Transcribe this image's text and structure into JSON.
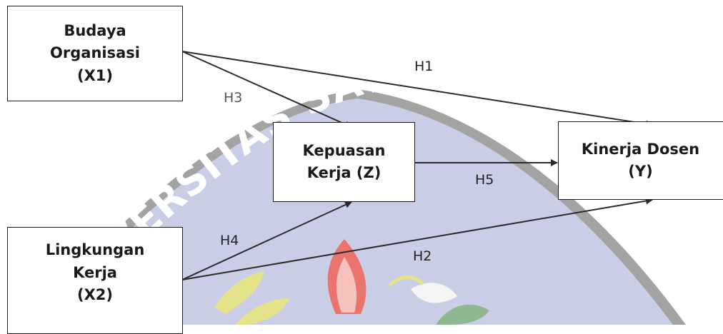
{
  "diagram": {
    "nodes": {
      "x1": {
        "lines": [
          "Budaya",
          "Organisasi",
          "(X1)"
        ]
      },
      "x2": {
        "lines": [
          "Lingkungan",
          "Kerja",
          "(X2)"
        ]
      },
      "z": {
        "lines": [
          "Kepuasan",
          "Kerja (Z)"
        ]
      },
      "y": {
        "lines": [
          "Kinerja Dosen",
          "(Y)"
        ]
      }
    },
    "edges": {
      "h1": {
        "label": "H1",
        "from": "Budaya Organisasi (X1)",
        "to": "Kinerja Dosen (Y)"
      },
      "h2": {
        "label": "H2",
        "from": "Lingkungan Kerja (X2)",
        "to": "Kinerja Dosen (Y)"
      },
      "h3": {
        "label": "H3",
        "from": "Budaya Organisasi (X1)",
        "to": "Kepuasan Kerja (Z)"
      },
      "h4": {
        "label": "H4",
        "from": "Lingkungan Kerja (X2)",
        "to": "Kepuasan Kerja (Z)"
      },
      "h5": {
        "label": "H5",
        "from": "Kepuasan Kerja (Z)",
        "to": "Kinerja Dosen (Y)"
      }
    }
  },
  "watermark": {
    "text": "UNIVERSITAS SATYA NEGARA INDONESIA",
    "colors": {
      "arc_border": "#a3a3a3",
      "fill": "#c9cee6",
      "text": "#ffffff"
    }
  }
}
